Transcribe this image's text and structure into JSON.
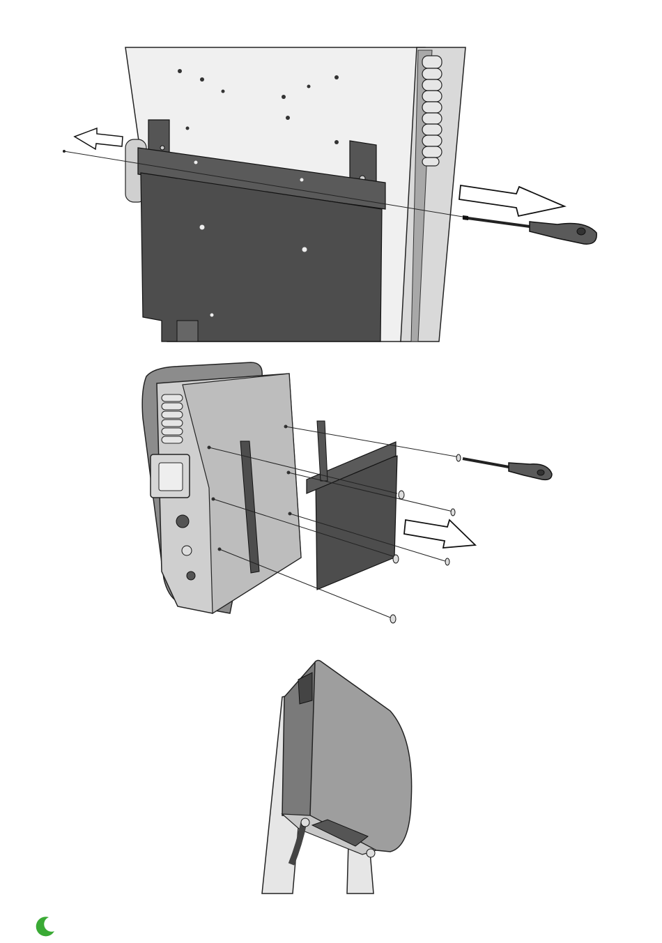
{
  "document": {
    "type": "installation-instructions",
    "steps": [
      {
        "illustration": "remove-mounting-plate-from-column"
      },
      {
        "illustration": "attach-mounting-plate-to-charger"
      },
      {
        "illustration": "charger-mounted-on-column"
      }
    ]
  },
  "icons": {
    "arrow-left": "arrow-left-icon",
    "arrow-right": "arrow-right-icon",
    "screwdriver": "screwdriver-icon",
    "screw": "screw-icon",
    "logo": "brand-logo-icon"
  },
  "colors": {
    "plate": "#4d4d4d",
    "column": "#eeeeee",
    "charger-body": "#bdbdbd",
    "logo": "#3aaa35"
  }
}
